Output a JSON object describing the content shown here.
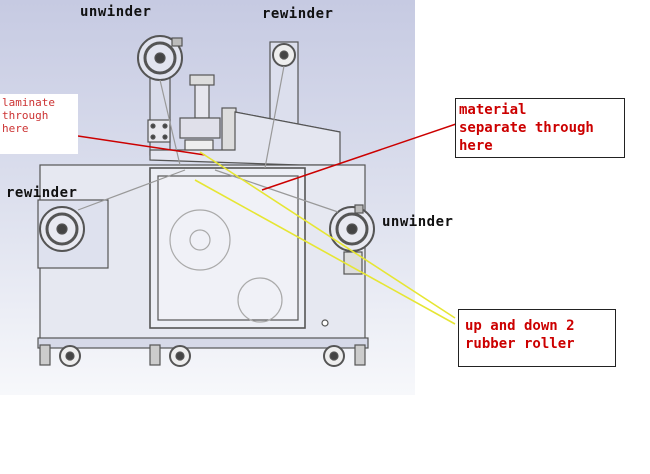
{
  "labels": {
    "unwinder_top": "unwinder",
    "rewinder_top": "rewinder",
    "rewinder_left": "rewinder",
    "unwinder_right": "unwinder"
  },
  "callouts": {
    "laminate": [
      "laminate",
      "through",
      "here"
    ],
    "separate": [
      "material",
      "separate through",
      "here"
    ],
    "rollers": [
      "up and down 2",
      "rubber roller"
    ]
  },
  "colors": {
    "background_gradient_top": "#c9cde4",
    "background_gradient_bottom": "#ffffff",
    "machine_line": "#5a5a5a",
    "callout_red": "#cc0000",
    "callout_yellow": "#e6e633"
  }
}
